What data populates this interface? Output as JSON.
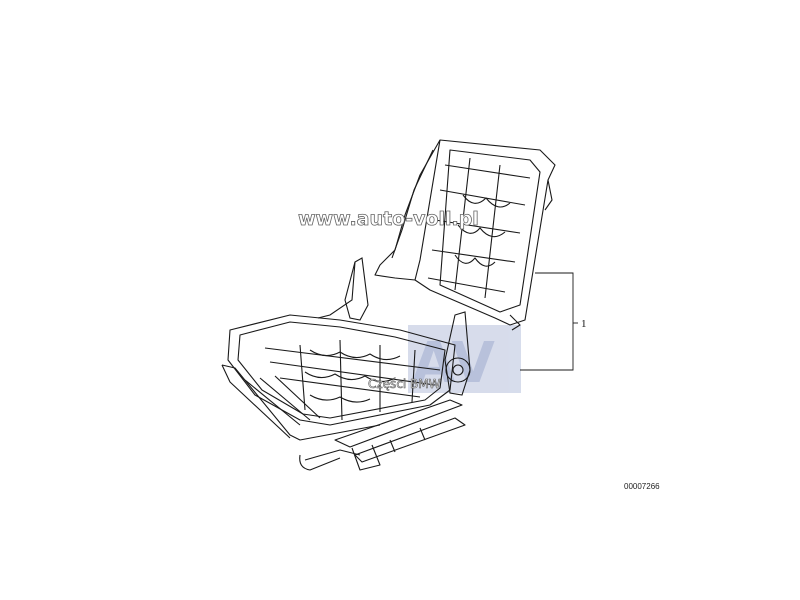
{
  "diagram": {
    "callouts": [
      {
        "number": "1"
      }
    ],
    "drawing_id": "00007266",
    "colors": {
      "line": "#1a1a1a",
      "background": "#ffffff",
      "watermark_fill": "#9aa7c9"
    }
  },
  "watermark": {
    "url": "www.auto-voll.pl",
    "caption": "Części BMW",
    "logo_letters": "AV"
  }
}
